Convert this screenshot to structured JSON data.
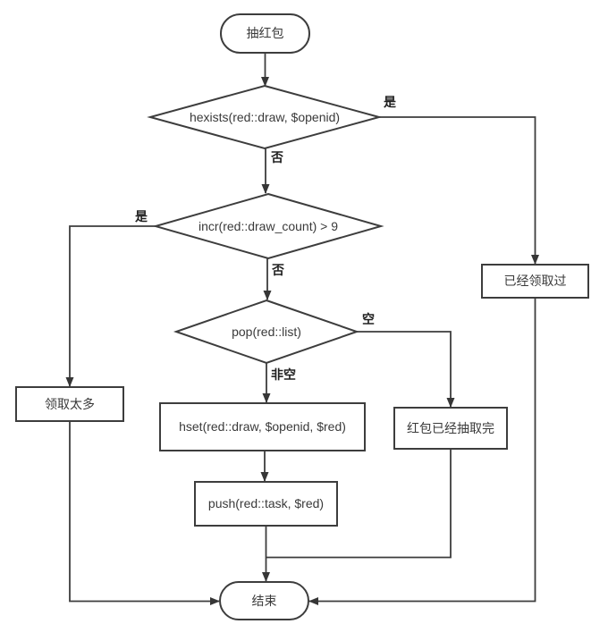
{
  "diagram": {
    "type": "flowchart",
    "background": "#ffffff",
    "colors": {
      "line": "#3d3d3d",
      "node_border": "#3d3d3d",
      "node_fill": "#ffffff",
      "node_text": "#3a3a3a",
      "edge_label_text": "#1f1f1f"
    },
    "nodes": {
      "start": {
        "label": "抽红包",
        "shape": "terminal"
      },
      "check_drawn": {
        "label": "hexists(red::draw, $openid)",
        "shape": "decision"
      },
      "already_drawn": {
        "label": "已经领取过",
        "shape": "process"
      },
      "check_count": {
        "label": "incr(red::draw_count) > 9",
        "shape": "decision"
      },
      "too_many": {
        "label": "领取太多",
        "shape": "process"
      },
      "pop_list": {
        "label": "pop(red::list)",
        "shape": "decision"
      },
      "list_empty": {
        "label": "红包已经抽取完",
        "shape": "process"
      },
      "hset_draw": {
        "label": "hset(red::draw, $openid, $red)",
        "shape": "process"
      },
      "push_task": {
        "label": "push(red::task, $red)",
        "shape": "process"
      },
      "end": {
        "label": "结束",
        "shape": "terminal"
      }
    },
    "edge_labels": {
      "check_drawn_yes": "是",
      "check_drawn_no": "否",
      "check_count_yes": "是",
      "check_count_no": "否",
      "pop_empty": "空",
      "pop_not_empty": "非空"
    }
  }
}
